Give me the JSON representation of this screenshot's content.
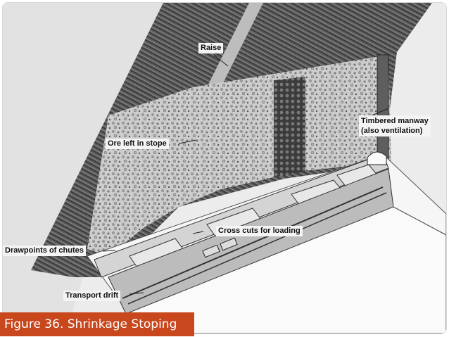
{
  "caption": "Figure 36. Shrinkage Stoping",
  "labels": {
    "raise": "Raise",
    "timbered_manway_line1": "Timbered manway",
    "timbered_manway_line2": "(also ventilation)",
    "ore_left": "Ore left in stope",
    "cross_cuts": "Cross cuts for loading",
    "drawpoints": "Drawpoints of chutes",
    "transport_drift": "Transport drift"
  },
  "colors": {
    "caption_bg": "#c8471d",
    "caption_text": "#ffffff",
    "rock_dark": "#4a4a4a",
    "ore_light": "#cfcfcf"
  }
}
